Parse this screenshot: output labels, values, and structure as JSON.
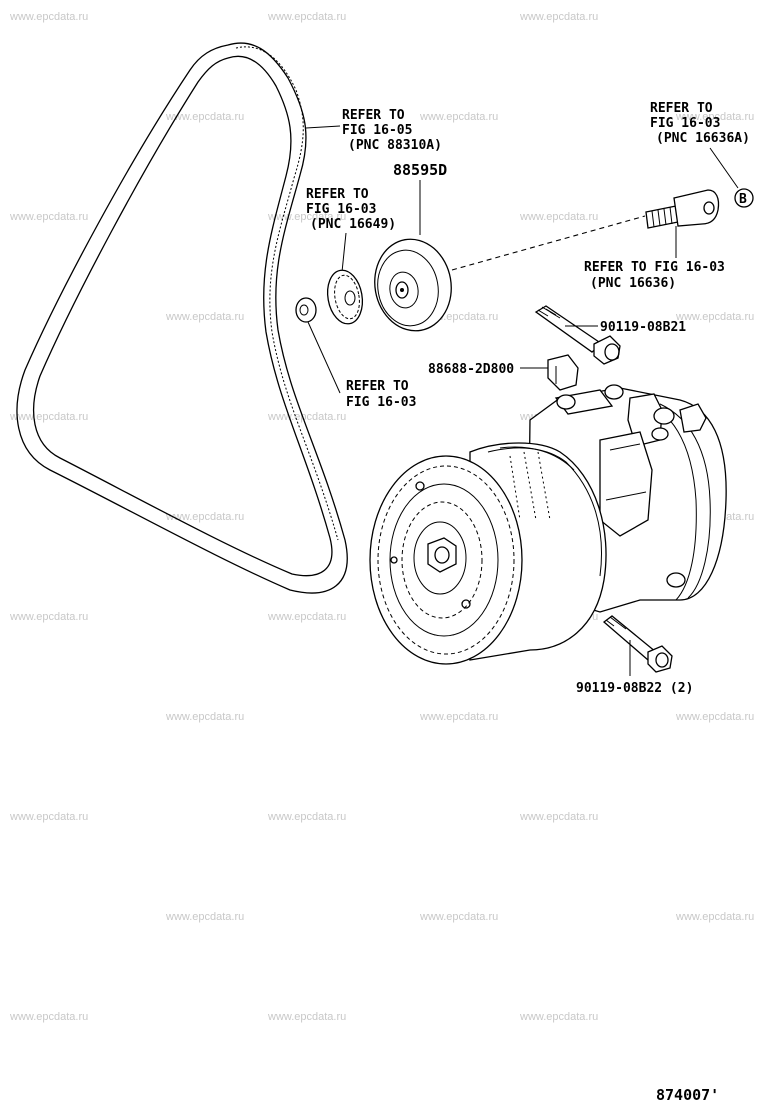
{
  "watermark": "www.epcdata.ru",
  "figure_number": "874007'",
  "callouts": {
    "belt_ref": {
      "line1": "REFER TO",
      "line2": "FIG 16-05",
      "line3": "(PNC 88310A)"
    },
    "idler_part": "88595D",
    "cover_ref": {
      "line1": "REFER TO",
      "line2": "FIG 16-03",
      "line3": "(PNC 16649)"
    },
    "washer_ref": {
      "line1": "REFER TO",
      "line2": "FIG 16-03"
    },
    "top_right_ref": {
      "line1": "REFER TO",
      "line2": "FIG 16-03",
      "line3": "(PNC 16636A)"
    },
    "marker": "B",
    "bolt_ref": {
      "line1": "REFER TO FIG 16-03",
      "line2": "(PNC 16636)"
    },
    "bolt_upper": "90119-08B21",
    "bracket": "88688-2D800",
    "bolt_lower": "90119-08B22 (2)"
  }
}
